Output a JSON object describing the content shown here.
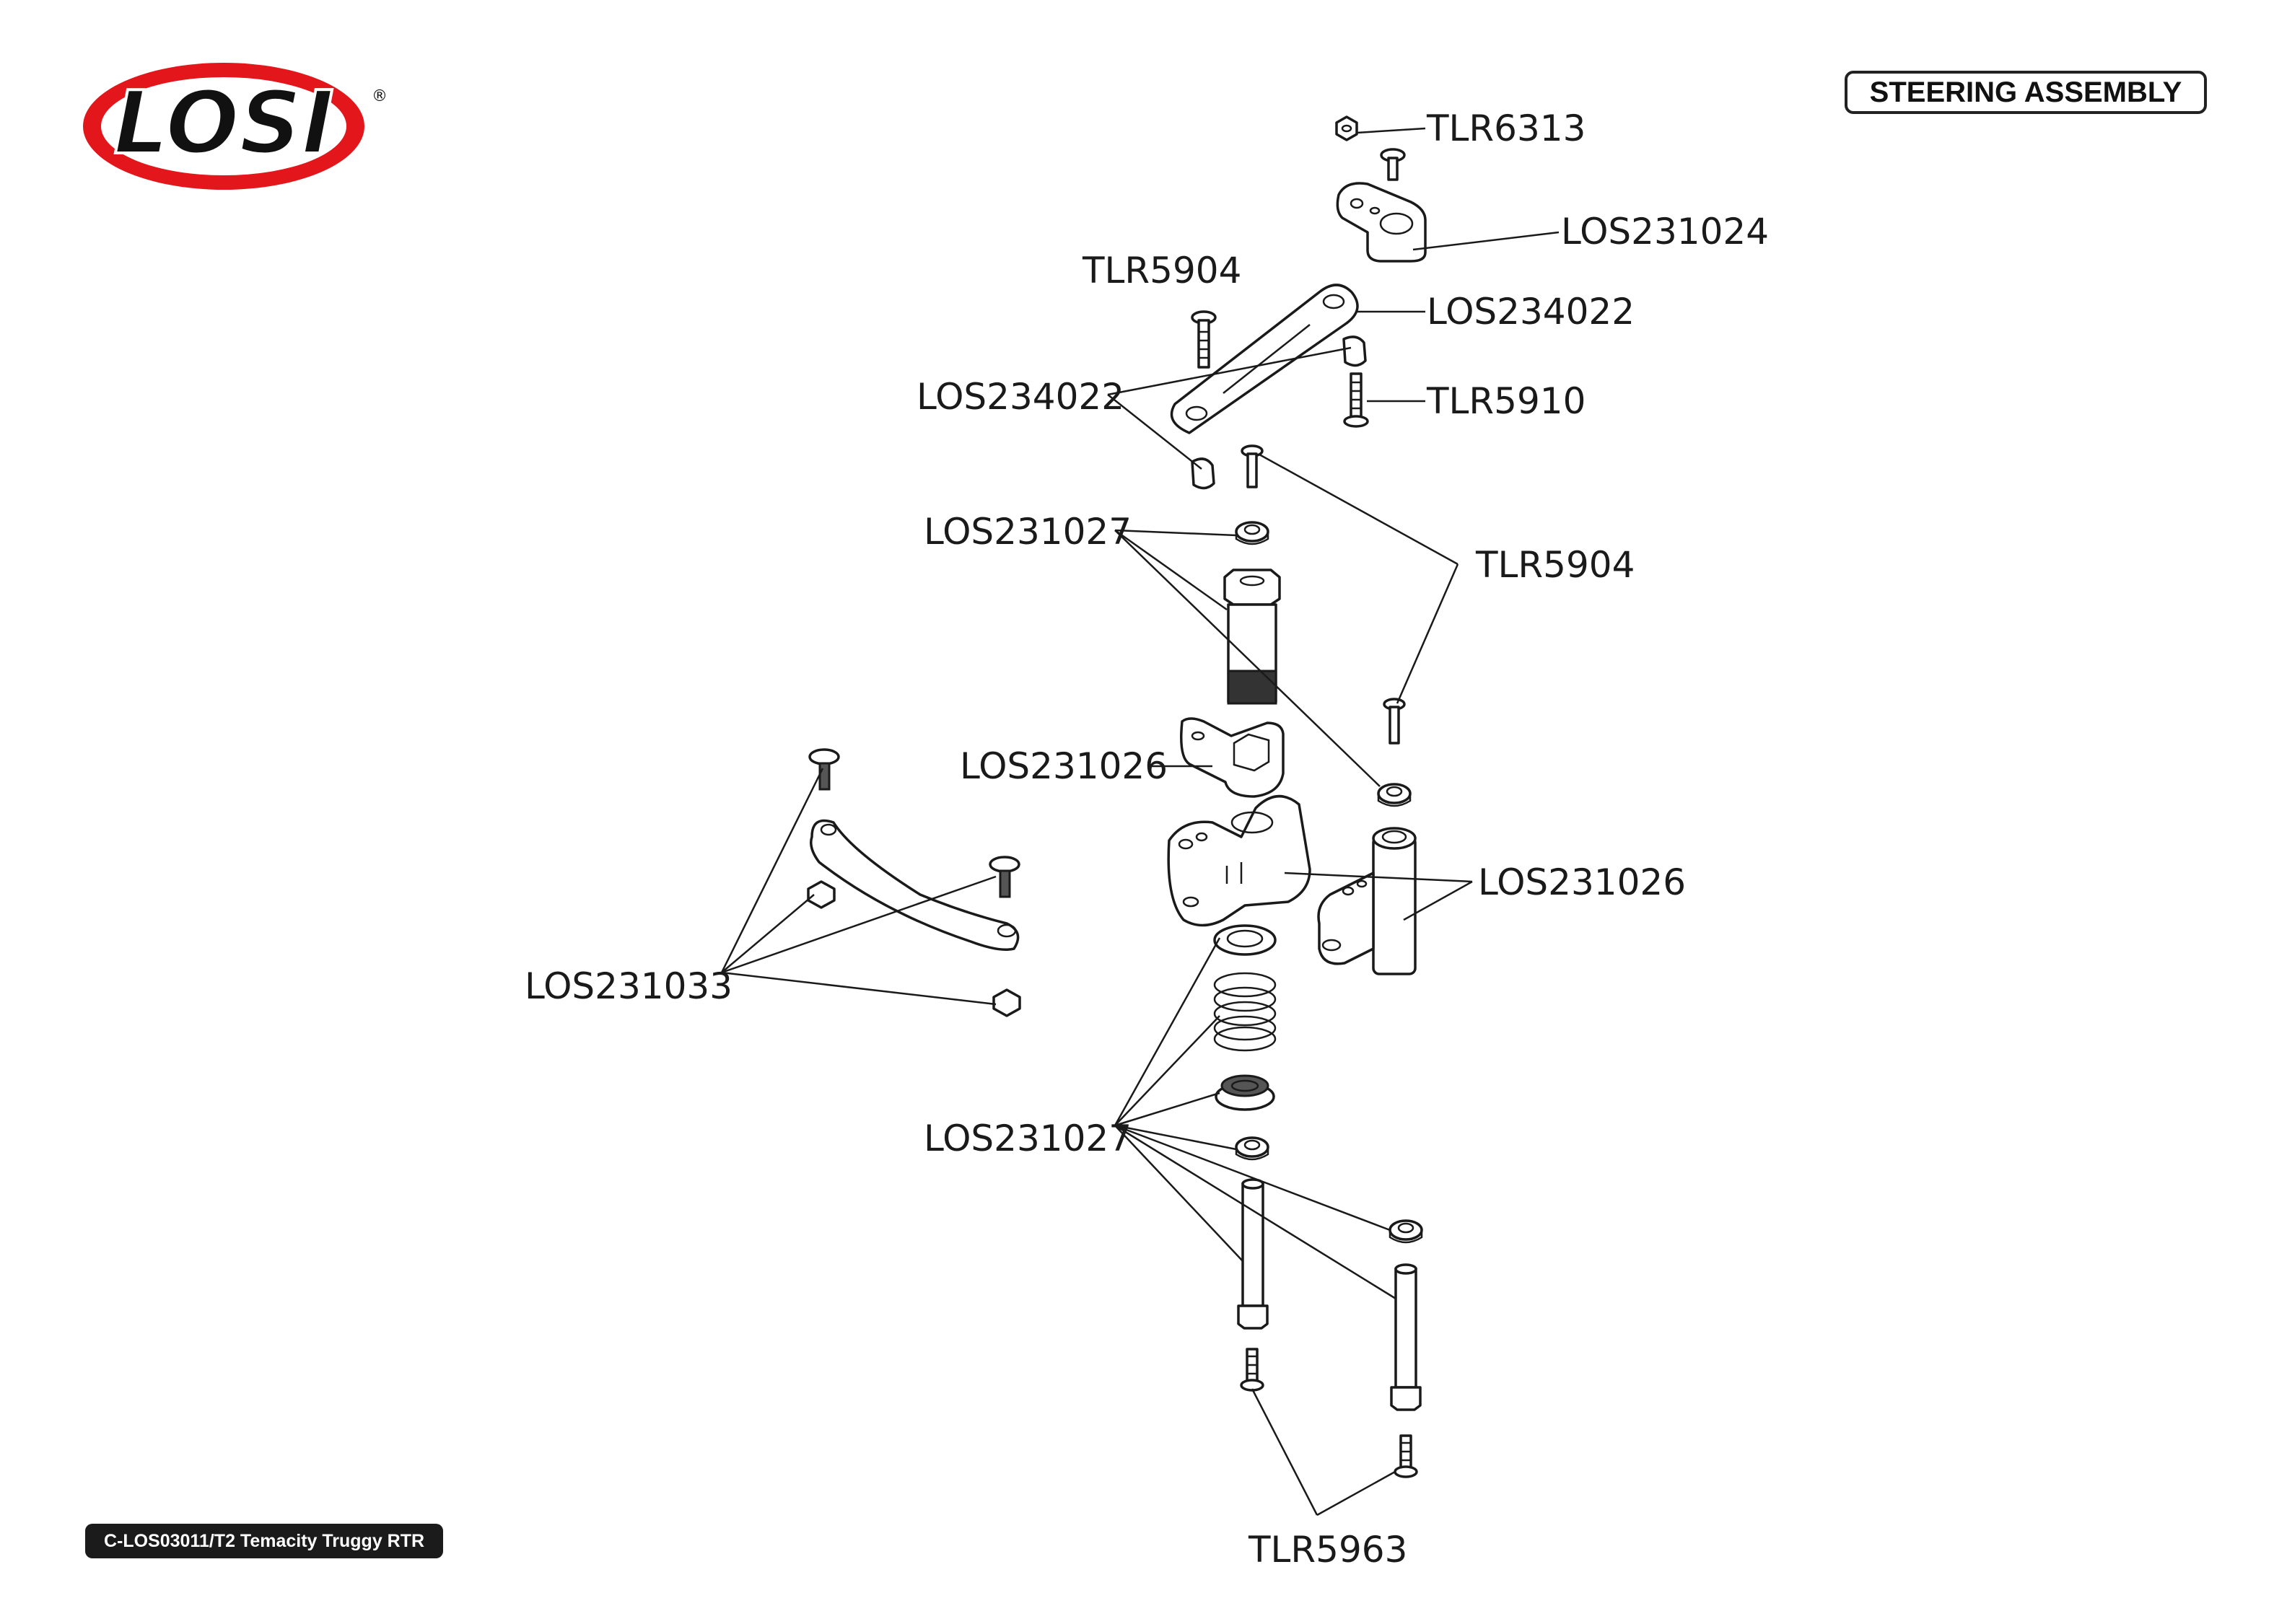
{
  "header": {
    "brand_logo_text": "LOSI",
    "brand_registered": "®",
    "title": "STEERING ASSEMBLY"
  },
  "footer": {
    "model": "C-LOS03011/T2 Temacity Truggy RTR"
  },
  "callouts": {
    "tlr6313": "TLR6313",
    "los231024": "LOS231024",
    "tlr5904_top": "TLR5904",
    "los234022_arm": "LOS234022",
    "los234022_balls": "LOS234022",
    "tlr5910": "TLR5910",
    "los231027_top": "LOS231027",
    "tlr5904_right": "TLR5904",
    "los231026_left": "LOS231026",
    "los231026_right": "LOS231026",
    "los231033": "LOS231033",
    "los231027_bottom": "LOS231027",
    "tlr5963": "TLR5963"
  },
  "colors": {
    "logo_red": "#e3161b",
    "logo_black": "#111111",
    "line": "#1a1a1a"
  }
}
